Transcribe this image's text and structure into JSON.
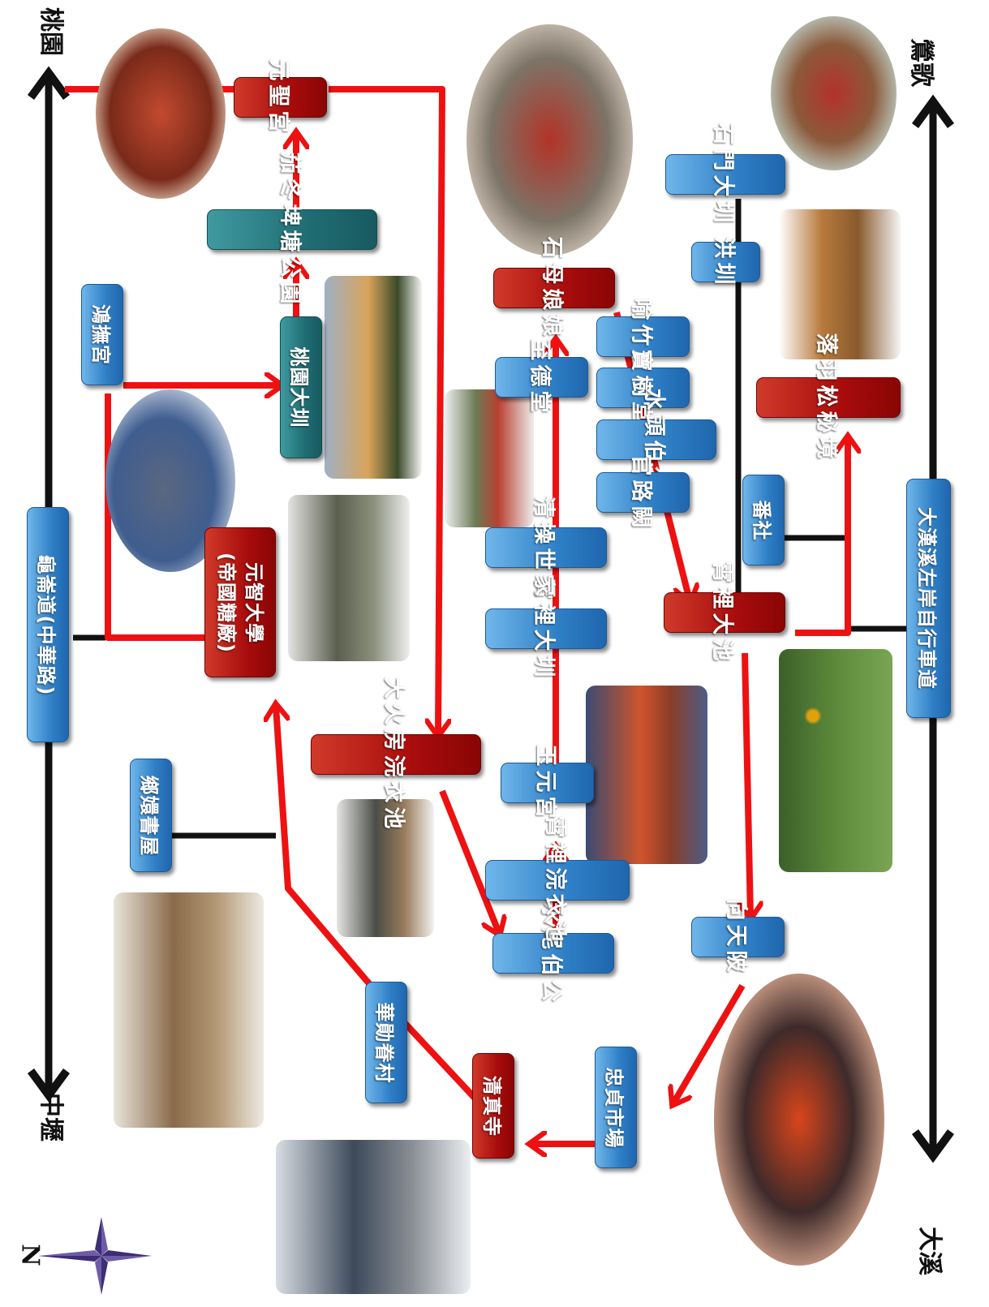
{
  "roads": {
    "top_left": "桃園",
    "bottom_left": "中壢",
    "top_right": "鶯歌",
    "bottom_right": "大溪",
    "left_road": "龜崙道(中華路)",
    "right_road": "大漢溪左岸自行車道"
  },
  "compass": {
    "label": "N"
  },
  "places": {
    "yuan_sheng_gong": "元聖宮",
    "jia_dong_pond_park": "茄冬埤塘公園",
    "hong_fu_gong": "鴻撫宮",
    "taoyuan_big_canal": "桃園大圳",
    "yuanze_univ_line1": "元智大學",
    "yuanze_univ_line2": "(帝國糖廠)",
    "fanghuan_bookhouse": "鄉嬛書屋",
    "huaxun_village": "華勛眷村",
    "mosque": "清真寺",
    "zhongzhen_market": "忠貞市場",
    "xiangtianpo": "向天陂",
    "dahuofang_washing_pool": "大火房浣衣池",
    "shuiwei_bogong": "水尾伯公",
    "lili_washing_pool": "霄裡浣衣池",
    "yuyuan_gong": "玉元宮",
    "lili_canal": "霄裡大圳",
    "qingcao_family": "清操世家",
    "zhide_tang": "至德堂",
    "shimu_niangniang": "石母娘娘",
    "yuzhu_ju": "喻竹居",
    "baoshu_tang": "寶樹堂",
    "shuitou_bogong": "水頭伯公",
    "guanlu_que": "官路闕",
    "lili_big_pond": "霄裡大池",
    "fan_she": "番社",
    "bald_cypress": "落羽松秘境",
    "hong_zhen": "洪圳",
    "shimen_canal": "石門大圳"
  },
  "colors": {
    "route": "#ee1111",
    "blue_box": "#2f7fc6",
    "red_box": "#a80c0c",
    "teal_box": "#1f6d73"
  }
}
